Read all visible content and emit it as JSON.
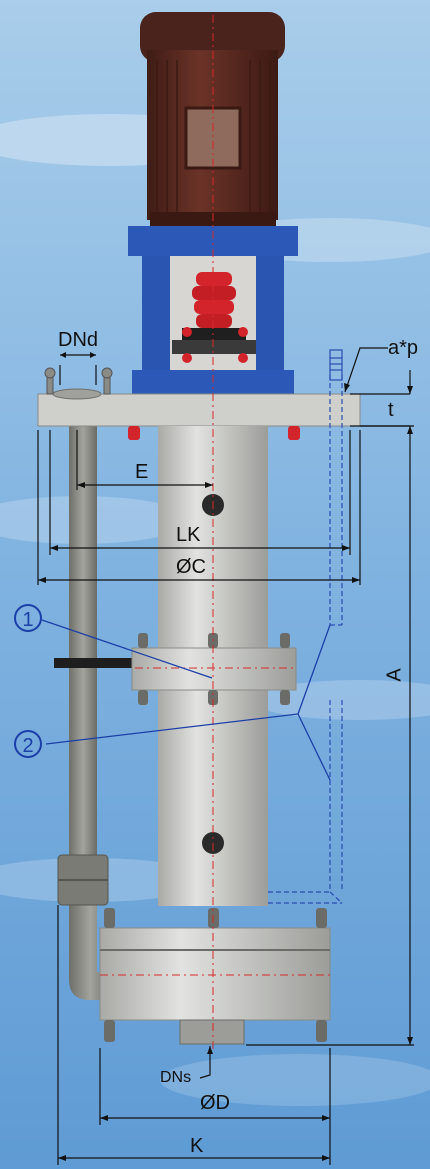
{
  "labels": {
    "dnd": "DNd",
    "ap": "a*p",
    "t": "t",
    "e": "E",
    "lk": "LK",
    "oc": "ØC",
    "a": "A",
    "dns": "DNs",
    "od": "ØD",
    "k": "K"
  },
  "callouts": {
    "one": "1",
    "two": "2"
  },
  "colors": {
    "sky_top": "#9cc3e6",
    "sky_bottom": "#6aa2d8",
    "motor": "#5a2d24",
    "lantern": "#2c58b8",
    "coupling": "#d3232b",
    "pump_body": "#c9cac7",
    "pipe": "#8c8d86",
    "dimension_line": "#111111",
    "callout_line": "#1b3fa8",
    "centerline": "#d62a2a"
  }
}
